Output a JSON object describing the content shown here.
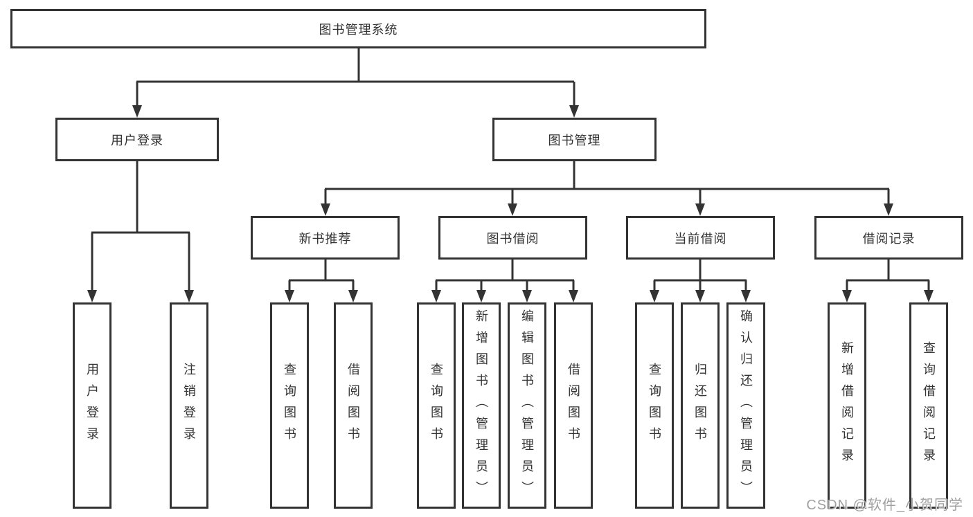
{
  "tree": {
    "label": "图书管理系统",
    "children": [
      {
        "label": "用户登录",
        "children": [
          {
            "label": "用户登录"
          },
          {
            "label": "注销登录"
          }
        ]
      },
      {
        "label": "图书管理",
        "children": [
          {
            "label": "新书推荐",
            "children": [
              {
                "label": "查询图书"
              },
              {
                "label": "借阅图书"
              }
            ]
          },
          {
            "label": "图书借阅",
            "children": [
              {
                "label": "查询图书"
              },
              {
                "label": "新增图书（管理员）"
              },
              {
                "label": "编辑图书（管理员）"
              },
              {
                "label": "借阅图书"
              }
            ]
          },
          {
            "label": "当前借阅",
            "children": [
              {
                "label": "查询图书"
              },
              {
                "label": "归还图书"
              },
              {
                "label": "确认归还（管理员）"
              }
            ]
          },
          {
            "label": "借阅记录",
            "children": [
              {
                "label": "新增借阅记录"
              },
              {
                "label": "查询借阅记录"
              }
            ]
          }
        ]
      }
    ]
  },
  "watermark": "CSDN @软件_小贺同学",
  "colors": {
    "line": "#333333",
    "box_border": "#333333",
    "text": "#333333",
    "watermark_gray": "#a0a0a0",
    "background": "#ffffff"
  }
}
